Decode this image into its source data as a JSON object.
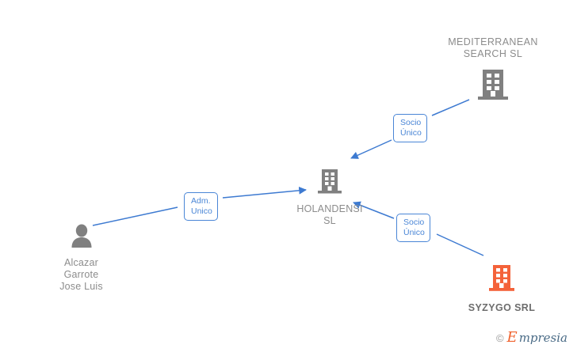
{
  "diagram": {
    "title": "Corporate relationship graph",
    "colors": {
      "edge": "#4a86d6",
      "pill_border": "#4a86d6",
      "pill_text": "#4a86d6",
      "node_gray": "#7f7f7f",
      "node_orange": "#f4623a",
      "label_gray": "#8c8c8c",
      "label_dark": "#6d6d6d"
    }
  },
  "nodes": {
    "mediterranean": {
      "label": "MEDITERRANEAN\nSEARCH SL",
      "icon": "building-icon",
      "icon_color": "#808080"
    },
    "holandensi": {
      "label": "HOLANDENSI\nSL",
      "icon": "building-icon",
      "icon_color": "#808080"
    },
    "syzygo": {
      "label": "SYZYGO SRL",
      "icon": "building-icon",
      "icon_color": "#f4623a"
    },
    "person": {
      "label": "Alcazar\nGarrote\nJose Luis",
      "icon": "person-icon",
      "icon_color": "#808080"
    }
  },
  "relations": [
    {
      "id": "rel-mediterranean",
      "label": "Socio\nÚnico"
    },
    {
      "id": "rel-person",
      "label": "Adm.\nUnico"
    },
    {
      "id": "rel-syzygo",
      "label": "Socio\nÚnico"
    }
  ],
  "watermark": {
    "copyright": "©",
    "brand_initial": "E",
    "brand_rest": "mpresia"
  }
}
